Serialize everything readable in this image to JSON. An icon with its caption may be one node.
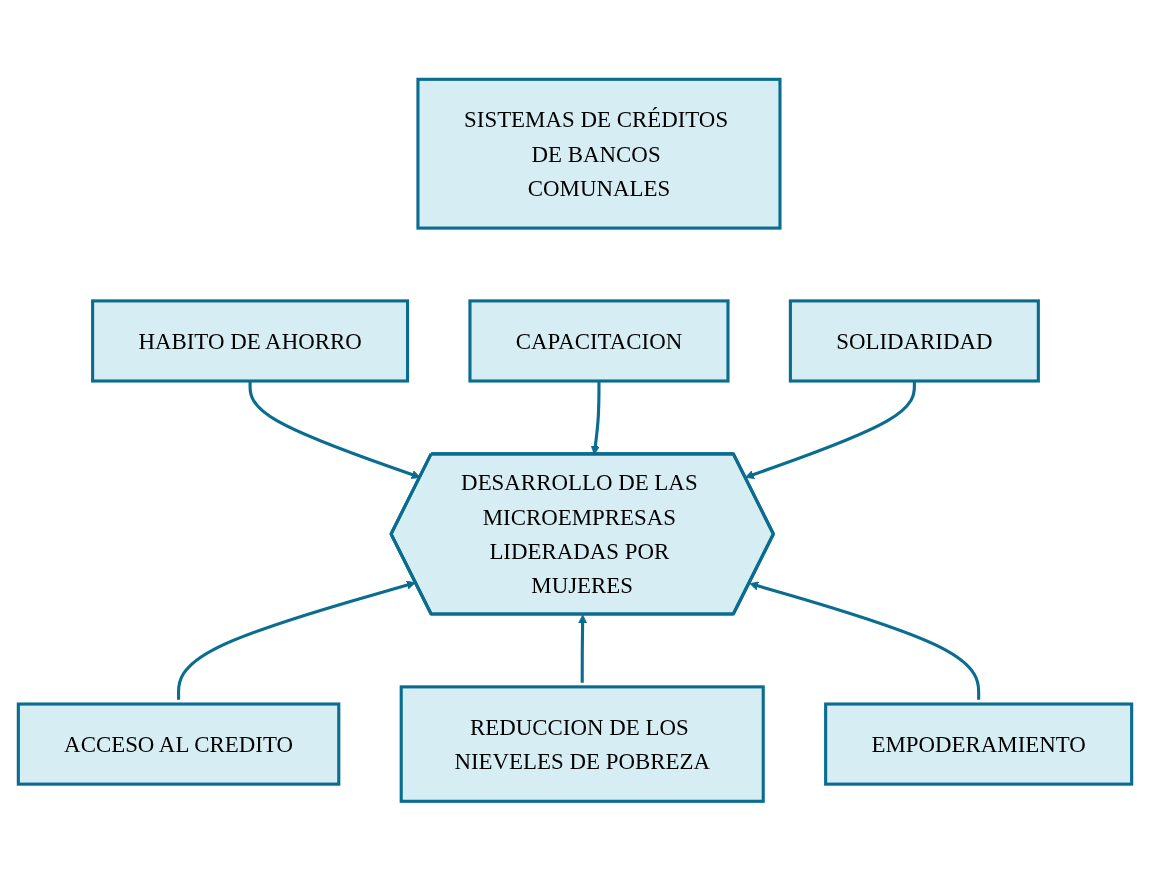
{
  "diagram": {
    "nodes": [
      {
        "text": [
          "SISTEMAS DE CRÉDITOS DE BANCOS COMUNALES"
        ]
      },
      {
        "text": [
          "HABITO DE AHORRO"
        ]
      },
      {
        "text": [
          "CAPACITACION"
        ]
      },
      {
        "text": [
          "SOLIDARIDAD"
        ]
      },
      {
        "text": [
          "DESARROLLO DE LAS MICROEMPRESAS LIDERADAS POR MUJERES"
        ]
      },
      {
        "text": [
          "ACCESO AL CREDITO"
        ]
      },
      {
        "text": [
          "REDUCCION DE LOS NIEVELES DE POBREZA"
        ]
      },
      {
        "text": [
          "EMPODERAMIENTO"
        ]
      }
    ],
    "edges": [
      {
        "from": 1,
        "to": 4,
        "arrow": "to"
      },
      {
        "from": 2,
        "to": 4,
        "arrow": "to"
      },
      {
        "from": 3,
        "to": 4,
        "arrow": "to"
      },
      {
        "from": 5,
        "to": 4,
        "arrow": "to"
      },
      {
        "from": 6,
        "to": 4,
        "arrow": "to"
      },
      {
        "from": 7,
        "to": 4,
        "arrow": "to"
      }
    ]
  }
}
